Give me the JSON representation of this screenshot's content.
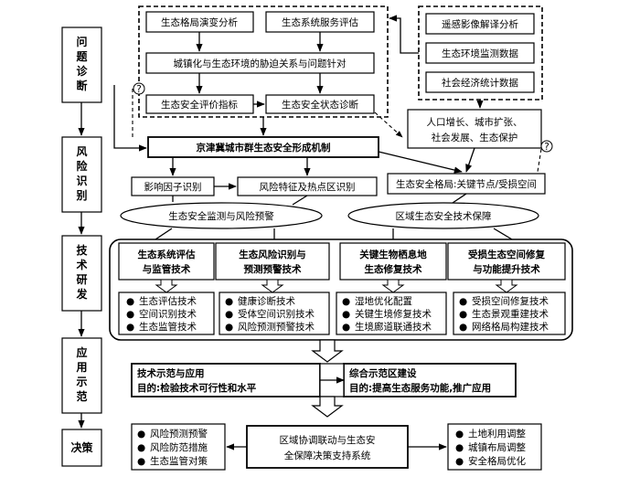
{
  "stages": [
    "问题诊断",
    "风险识别",
    "技术研发",
    "应用示范",
    "决策"
  ],
  "problem": {
    "pattern_evolution": "生态格局演变分析",
    "service_assessment": "生态系统服务评估",
    "urbanization": "城镇化与生态环境的胁迫关系与问题针对",
    "security_index": "生态安全评价指标",
    "status_diagnosis": "生态安全状态诊断"
  },
  "data_sources": [
    "遥感影像解译分析",
    "生态环境监测数据",
    "社会经济统计数据"
  ],
  "drivers": [
    "人口增长、城市扩张、",
    "社会发展、生态保护"
  ],
  "question_mark": "?",
  "mechanism": "京津冀城市群生态安全形成机制",
  "factor_id": "影响因子识别",
  "risk_hotspot": "风险特征及热点区识别",
  "pattern_nodes": "生态安全格局:关键节点/受损空间",
  "ellipse_left": "生态安全监测与风险预警",
  "ellipse_right": "区域生态安全技术保障",
  "tech_heads": [
    [
      "生态系统评估",
      "与监管技术"
    ],
    [
      "生态风险识别与",
      "预测预警技术"
    ],
    [
      "关键生物栖息地",
      "生态修复技术"
    ],
    [
      "受损生态空间修复",
      "与功能提升技术"
    ]
  ],
  "tech_lists": [
    [
      "生态评估技术",
      "空间识别技术",
      "生态监管技术"
    ],
    [
      "健康诊断技术",
      "受体空间识别技术",
      "风险预测预警技术"
    ],
    [
      "湿地优化配置",
      "关键生境修复技术",
      "生境廊道联通技术"
    ],
    [
      "受损空间修复技术",
      "生态景观重建技术",
      "网络格局构建技术"
    ]
  ],
  "demo_left": {
    "title": "技术示范与应用",
    "goal": "目的:检验技术可行性和水平"
  },
  "demo_right": {
    "title": "综合示范区建设",
    "goal": "目的:提高生态服务功能,推广应用"
  },
  "decision_left": [
    "风险预测预警",
    "风险防范措施",
    "生态监管对策"
  ],
  "decision_center": [
    "区域协调联动与生态安",
    "全保障决策支持系统"
  ],
  "decision_right": [
    "土地利用调整",
    "城镇布局调整",
    "安全格局优化"
  ]
}
